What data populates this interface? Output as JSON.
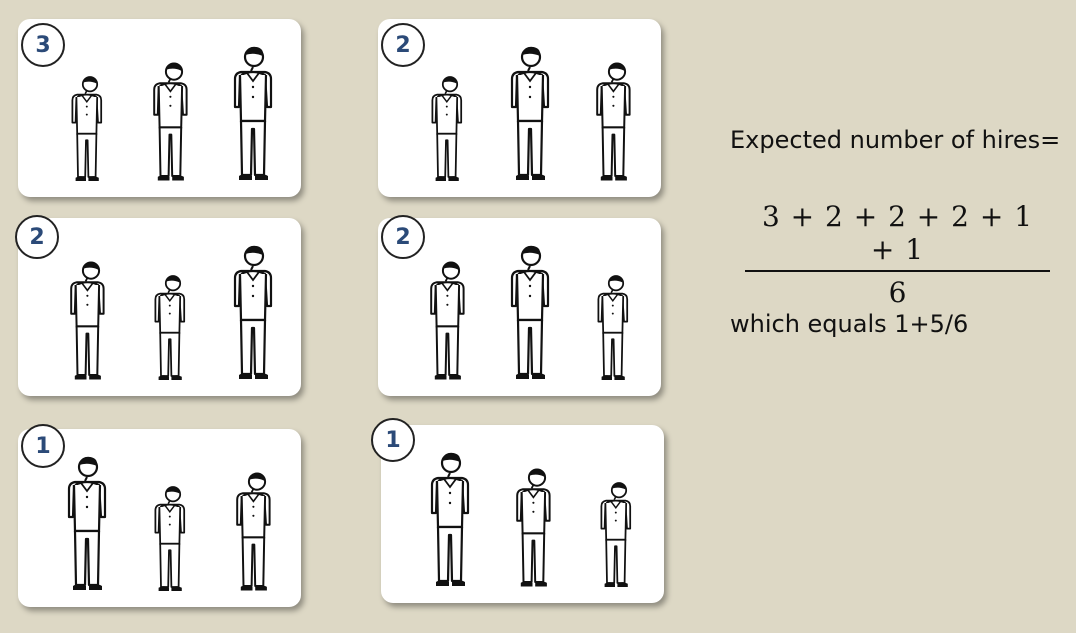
{
  "cards": [
    {
      "badge": "3",
      "heights": [
        "short",
        "medium",
        "tall"
      ]
    },
    {
      "badge": "2",
      "heights": [
        "short",
        "tall",
        "medium"
      ]
    },
    {
      "badge": "2",
      "heights": [
        "medium",
        "short",
        "tall"
      ]
    },
    {
      "badge": "2",
      "heights": [
        "medium",
        "tall",
        "short"
      ]
    },
    {
      "badge": "1",
      "heights": [
        "tall",
        "short",
        "medium"
      ]
    },
    {
      "badge": "1",
      "heights": [
        "tall",
        "medium",
        "short"
      ]
    }
  ],
  "text": {
    "heading": "Expected number of hires=",
    "numerator": "3 + 2 + 2 + 2 + 1 + 1",
    "denominator": "6",
    "result": "which equals 1+5/6"
  }
}
